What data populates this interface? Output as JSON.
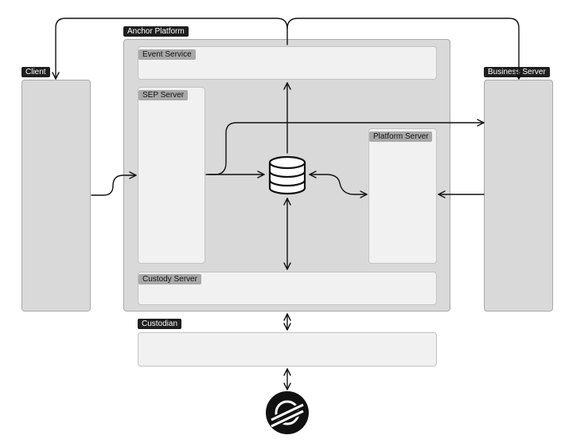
{
  "diagram": {
    "nodes": {
      "client": {
        "label": "Client"
      },
      "anchor_platform": {
        "label": "Anchor Platform"
      },
      "event_service": {
        "label": "Event Service"
      },
      "sep_server": {
        "label": "SEP Server"
      },
      "platform_server": {
        "label": "Platform Server"
      },
      "custody_server": {
        "label": "Custody Server"
      },
      "business_server": {
        "label": "Business Server"
      },
      "custodian": {
        "label": "Custodian"
      }
    },
    "icons": {
      "database": "database-icon",
      "network": "stellar-logo-icon"
    },
    "colors": {
      "panel": "#d9d9d9",
      "inner_panel": "#f1f1f1",
      "dark_label": "#1e1e1e",
      "gray_label": "#a9a9a9",
      "line": "#111111"
    }
  }
}
